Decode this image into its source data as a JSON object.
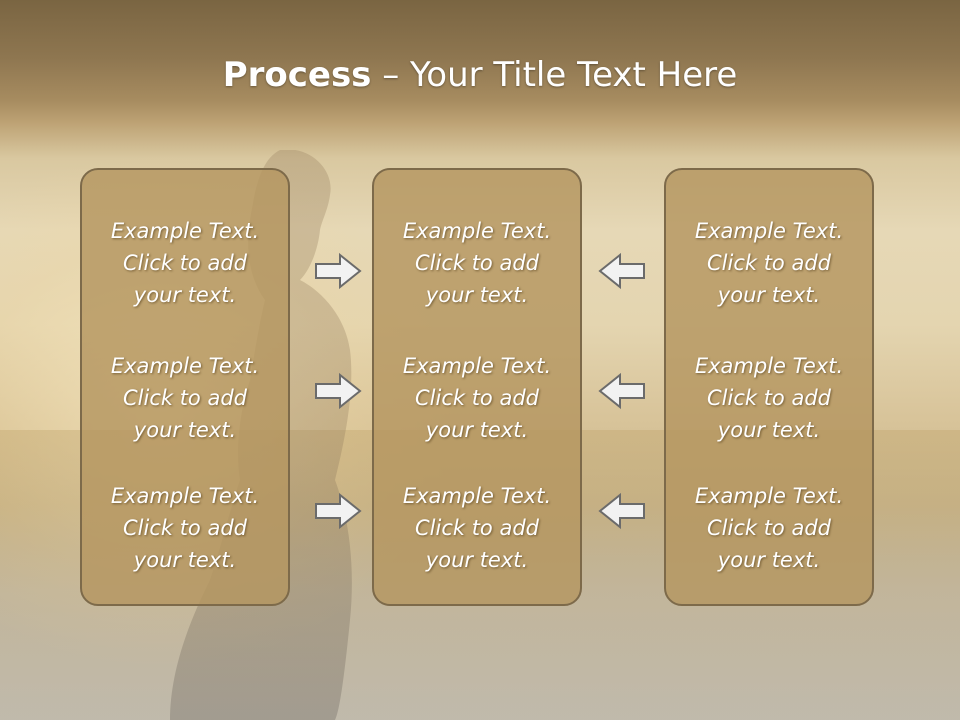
{
  "title": {
    "bold": "Process",
    "rest": " – Your Title Text Here"
  },
  "columns": [
    {
      "items": [
        "Example Text.\nClick  to add\nyour text.",
        "Example Text.\nClick  to add\nyour text.",
        "Example Text.\nClick  to add\nyour text."
      ]
    },
    {
      "items": [
        "Example Text.\nClick  to add\nyour text.",
        "Example Text.\nClick  to add\nyour text.",
        "Example Text.\nClick  to add\nyour text."
      ]
    },
    {
      "items": [
        "Example Text.\nClick  to add\nyour text.",
        "Example Text.\nClick  to add\nyour text.",
        "Example Text.\nClick  to add\nyour text."
      ]
    }
  ],
  "arrows": {
    "left": [
      "arrow-right-icon",
      "arrow-right-icon",
      "arrow-right-icon"
    ],
    "right": [
      "arrow-left-icon",
      "arrow-left-icon",
      "arrow-left-icon"
    ]
  },
  "colors": {
    "box_fill": "#b4965f",
    "box_border": "#7d6a4a",
    "arrow_fill": "#f2f2f2",
    "arrow_stroke": "#6b6b6b"
  }
}
